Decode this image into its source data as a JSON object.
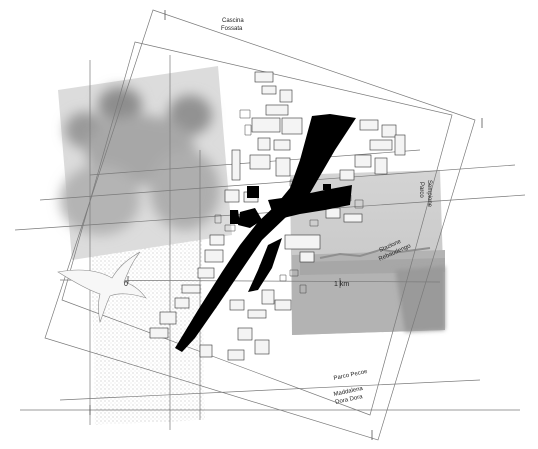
{
  "labels": {
    "cascina_line1": "Cascina",
    "cascina_line2": "Fossata",
    "parco_sempione_line1": "Parco",
    "parco_sempione_line2": "Sempione",
    "stazione_line1": "Stazione",
    "stazione_line2": "Rebaudengo",
    "parco_pecoe": "Parco Pecoe",
    "maddalena_line1": "Maddalena",
    "maddalena_line2": "Dora Dora",
    "scale_start": "0",
    "scale_end": "1 km"
  },
  "colors": {
    "ink": "#000000",
    "line": "#777777",
    "photo_gray": "#bdbdbd",
    "photo_light": "#d6d6d6",
    "building_fill": "#eeeeee"
  }
}
